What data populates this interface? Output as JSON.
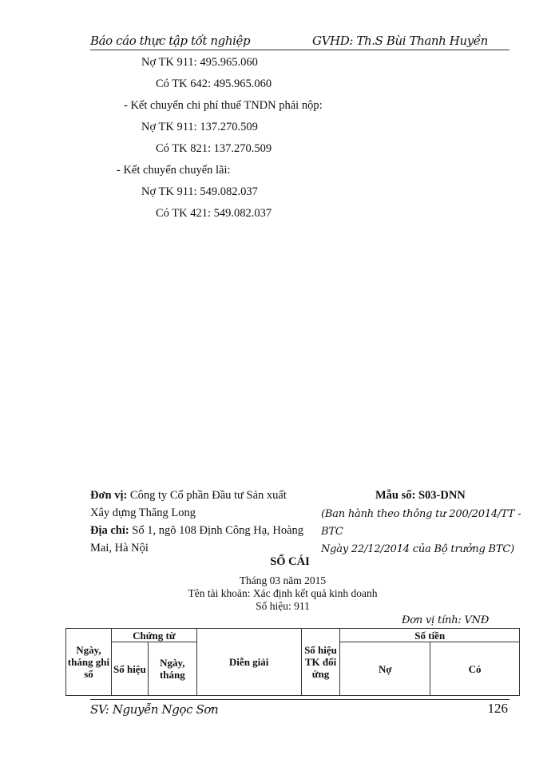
{
  "header": {
    "left": "Báo cáo thực tập tốt nghiệp",
    "right": "GVHD: Th.S Bùi Thanh Huyền"
  },
  "entries": [
    {
      "text": "Nợ TK 911: 495.965.060"
    },
    {
      "text": "Có TK 642: 495.965.060"
    },
    {
      "text": "- Kết chuyển chi phí thuế TNDN  phải nộp:"
    },
    {
      "text": "Nợ TK 911: 137.270.509"
    },
    {
      "text": "Có TK 821: 137.270.509"
    },
    {
      "text": "- Kết chuyển chuyển lãi:"
    },
    {
      "text": "Nợ TK 911: 549.082.037"
    },
    {
      "text": "Có TK 421: 549.082.037"
    }
  ],
  "unit_info": {
    "unit_label": "Đơn  vị:",
    "unit_value_line1": " Công  ty  Cổ  phần  Đầu  tư  Sản  xuất",
    "unit_value_line2": "Xây dựng Thăng  Long",
    "address_label": "Địa chỉ:",
    "address_value_line1": " Số 1, ngõ 108 Định Công Hạ, Hoàng",
    "address_value_line2": "Mai, Hà Nội"
  },
  "form_info": {
    "form_number": "Mẫu số: S03-DNN",
    "issued_line1": "(Ban  hành  theo  thông  tư  200/2014/TT -",
    "issued_line2": "BTC",
    "issued_line3": "Ngày 22/12/2014 của Bộ trưởng BTC)"
  },
  "ledger": {
    "title": "SỔ CÁI",
    "month": "Tháng  03 năm  2015",
    "account_name": "Tên tài khoản:  Xác định  kết quả kinh  doanh",
    "account_number": "Số hiệu:  911",
    "currency_unit": "Đơn vị tính: VNĐ"
  },
  "table": {
    "headers": {
      "record_date": "Ngày, tháng ghi sổ",
      "voucher": "Chứng từ",
      "voucher_number": "Số hiệu",
      "voucher_date": "Ngày, tháng",
      "description": "Diễn giải",
      "contra_account": "Số hiệu TK đối ứng",
      "amount": "Số tiền",
      "debit": "Nợ",
      "credit": "Có"
    }
  },
  "footer": {
    "student": "SV: Nguyễn Ngọc Sơn",
    "page_number": "126"
  }
}
